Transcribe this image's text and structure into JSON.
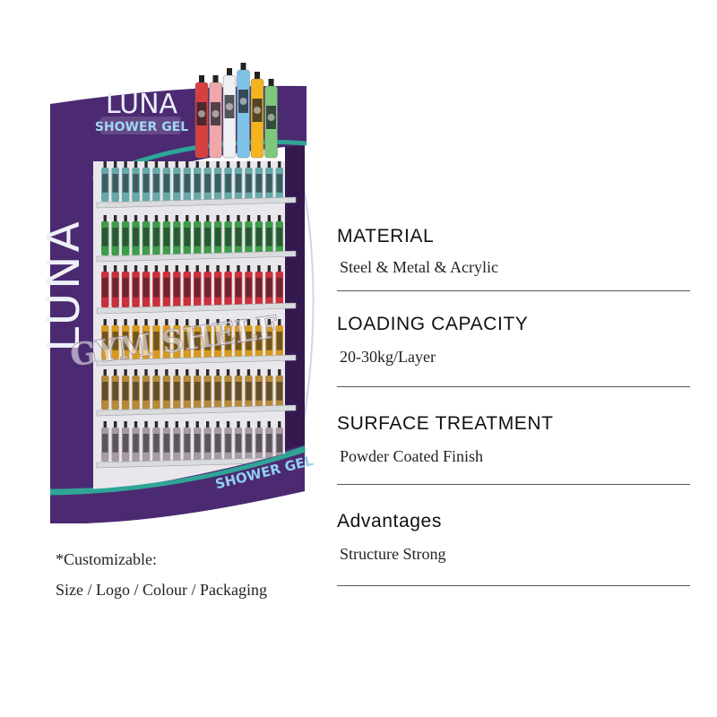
{
  "display": {
    "brand": "LUNA",
    "product": "SHOWER GEL",
    "side_brand": "LUNA",
    "bottom_product": "SHOWER GEL",
    "watermark": "GYM SHELF"
  },
  "colors": {
    "panel_purple": "#4b2a72",
    "panel_dark": "#34194f",
    "accent_teal": "#2fa596",
    "shelf_grey": "#d9dbdd",
    "bottle_rows": [
      "#66a9a8",
      "#3e9b4a",
      "#c9303c",
      "#d79a1f",
      "#b48a3a",
      "#a79aa3"
    ],
    "top_bottles": [
      "#d74040",
      "#f0a7a8",
      "#eef0f3",
      "#7fc2e8",
      "#f2b51f",
      "#7dc87d"
    ]
  },
  "specs": [
    {
      "title": "MATERIAL",
      "value": "Steel & Metal & Acrylic"
    },
    {
      "title": "LOADING CAPACITY",
      "value": "20-30kg/Layer"
    },
    {
      "title": "SURFACE TREATMENT",
      "value": "Powder Coated Finish"
    },
    {
      "title": "Advantages",
      "value": "Structure Strong"
    }
  ],
  "customizable": {
    "label": "*Customizable:",
    "options": "Size / Logo / Colour / Packaging"
  }
}
